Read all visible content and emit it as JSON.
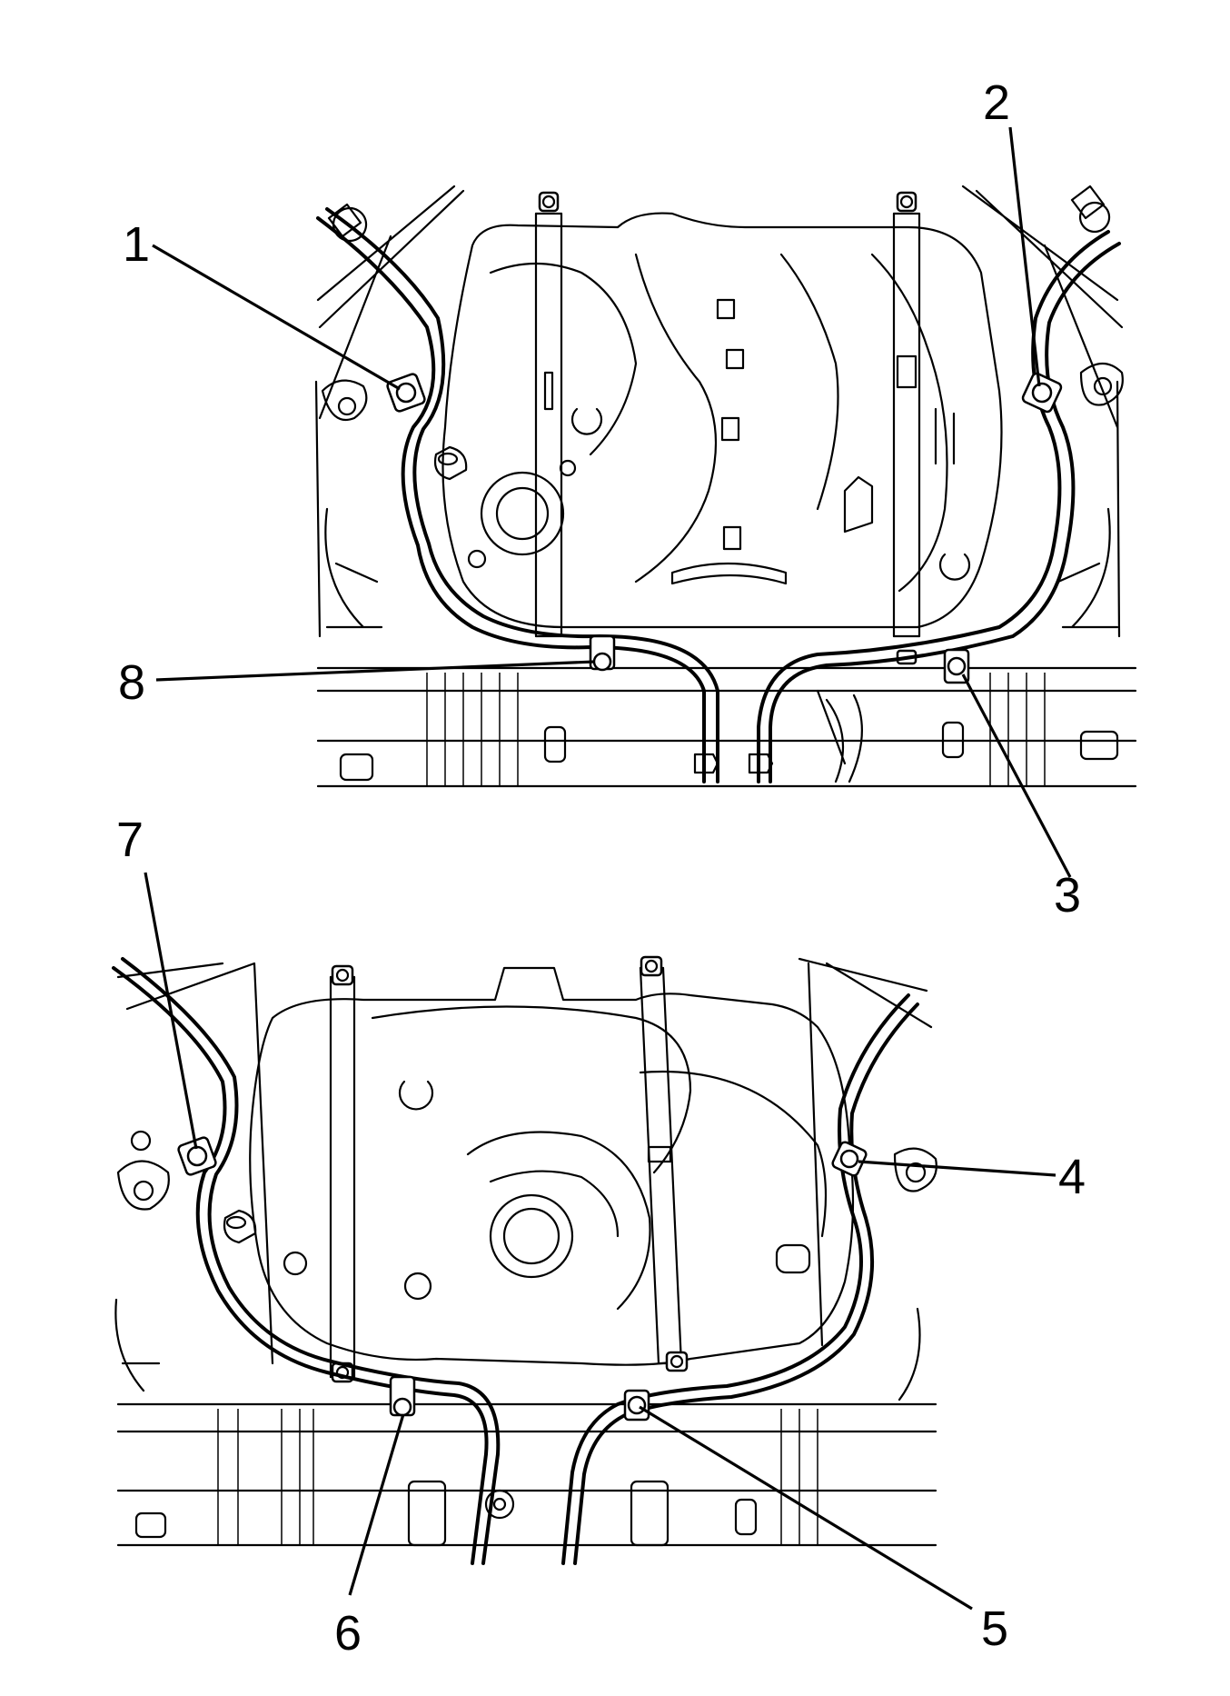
{
  "callouts": {
    "c1": "1",
    "c2": "2",
    "c3": "3",
    "c4": "4",
    "c5": "5",
    "c6": "6",
    "c7": "7",
    "c8": "8"
  },
  "icons": {
    "clip": "retainer-clip-icon",
    "bolt": "bolt-icon"
  }
}
